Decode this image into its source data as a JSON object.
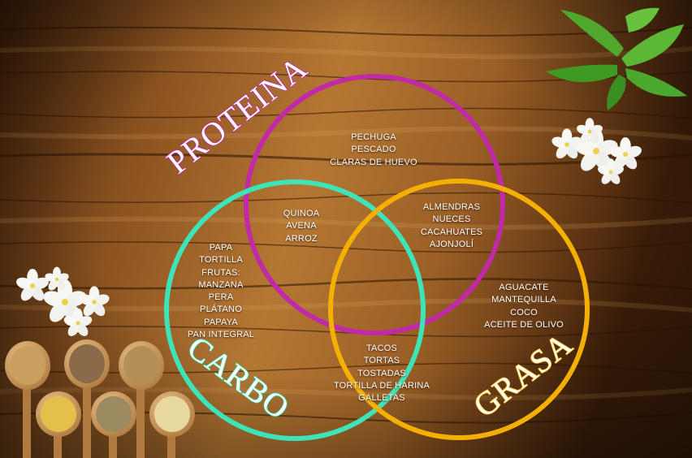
{
  "colors": {
    "proteina": "#c12aa6",
    "carbo": "#3fe3b8",
    "grasa": "#f3b000",
    "wood_dark": "#5a3212",
    "wood_light": "#c88a3f"
  },
  "sets": [
    {
      "name": "PROTEINA",
      "color": "#c12aa6"
    },
    {
      "name": "CARBO",
      "color": "#3fe3b8"
    },
    {
      "name": "GRASA",
      "color": "#f3b000"
    }
  ],
  "regions": {
    "proteina": [
      "PECHUGA",
      "PESCADO",
      "CLARAS DE HUEVO"
    ],
    "proteina_carbo": [
      "QUINOA",
      "AVENA",
      "ARROZ"
    ],
    "proteina_grasa": [
      "ALMENDRAS",
      "NUECES",
      "CACAHUATES",
      "AJONJOLÍ"
    ],
    "carbo": [
      "PAPA",
      "TORTILLA",
      "FRUTAS:",
      "MANZANA",
      "PERA",
      "PLÁTANO",
      "PAPAYA",
      "PAN INTEGRAL"
    ],
    "grasa": [
      "AGUACATE",
      "MANTEQUILLA",
      "COCO",
      "ACEITE DE OLIVO"
    ],
    "carbo_grasa": [
      "TACOS",
      "TORTAS",
      "TOSTADAS",
      "TORTILLA DE HARINA",
      "GALLETAS"
    ]
  },
  "decor": [
    "mint-leaves-image",
    "jasmine-flowers-image",
    "wooden-spoons-grains-image"
  ]
}
